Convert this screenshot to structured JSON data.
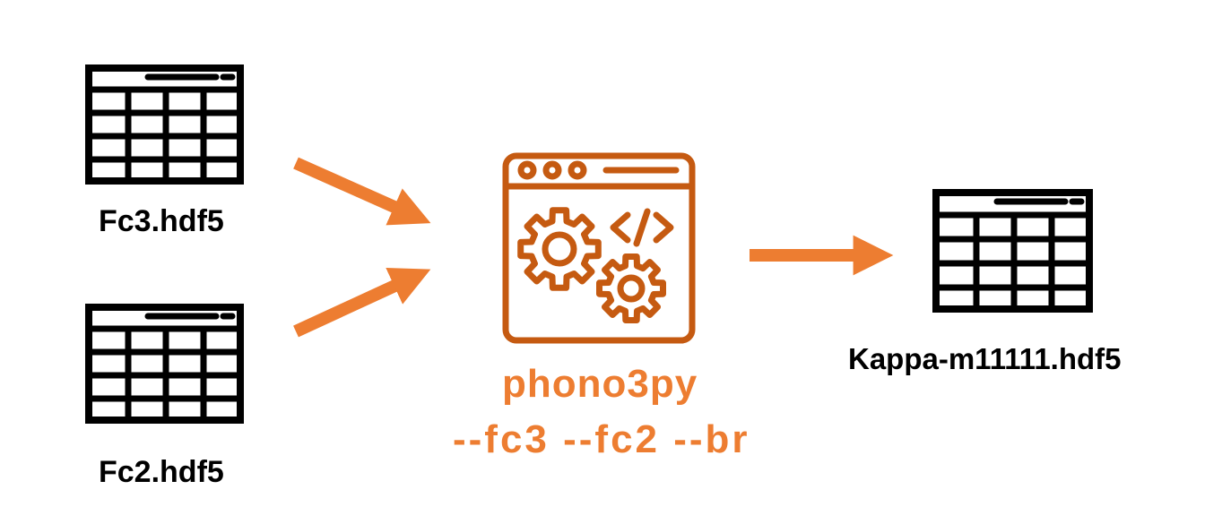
{
  "inputs": [
    {
      "filename": "Fc3.hdf5",
      "icon": "table-icon"
    },
    {
      "filename": "Fc2.hdf5",
      "icon": "table-icon"
    }
  ],
  "process": {
    "icon": "code-window-gears-icon",
    "command": "phono3py",
    "arguments": "--fc3 --fc2 --br"
  },
  "output": {
    "filename": "Kappa-m11111.hdf5",
    "icon": "table-icon"
  },
  "colors": {
    "accent": "#ED7D31",
    "icon_stroke": "#C55A11",
    "text": "#000000"
  }
}
